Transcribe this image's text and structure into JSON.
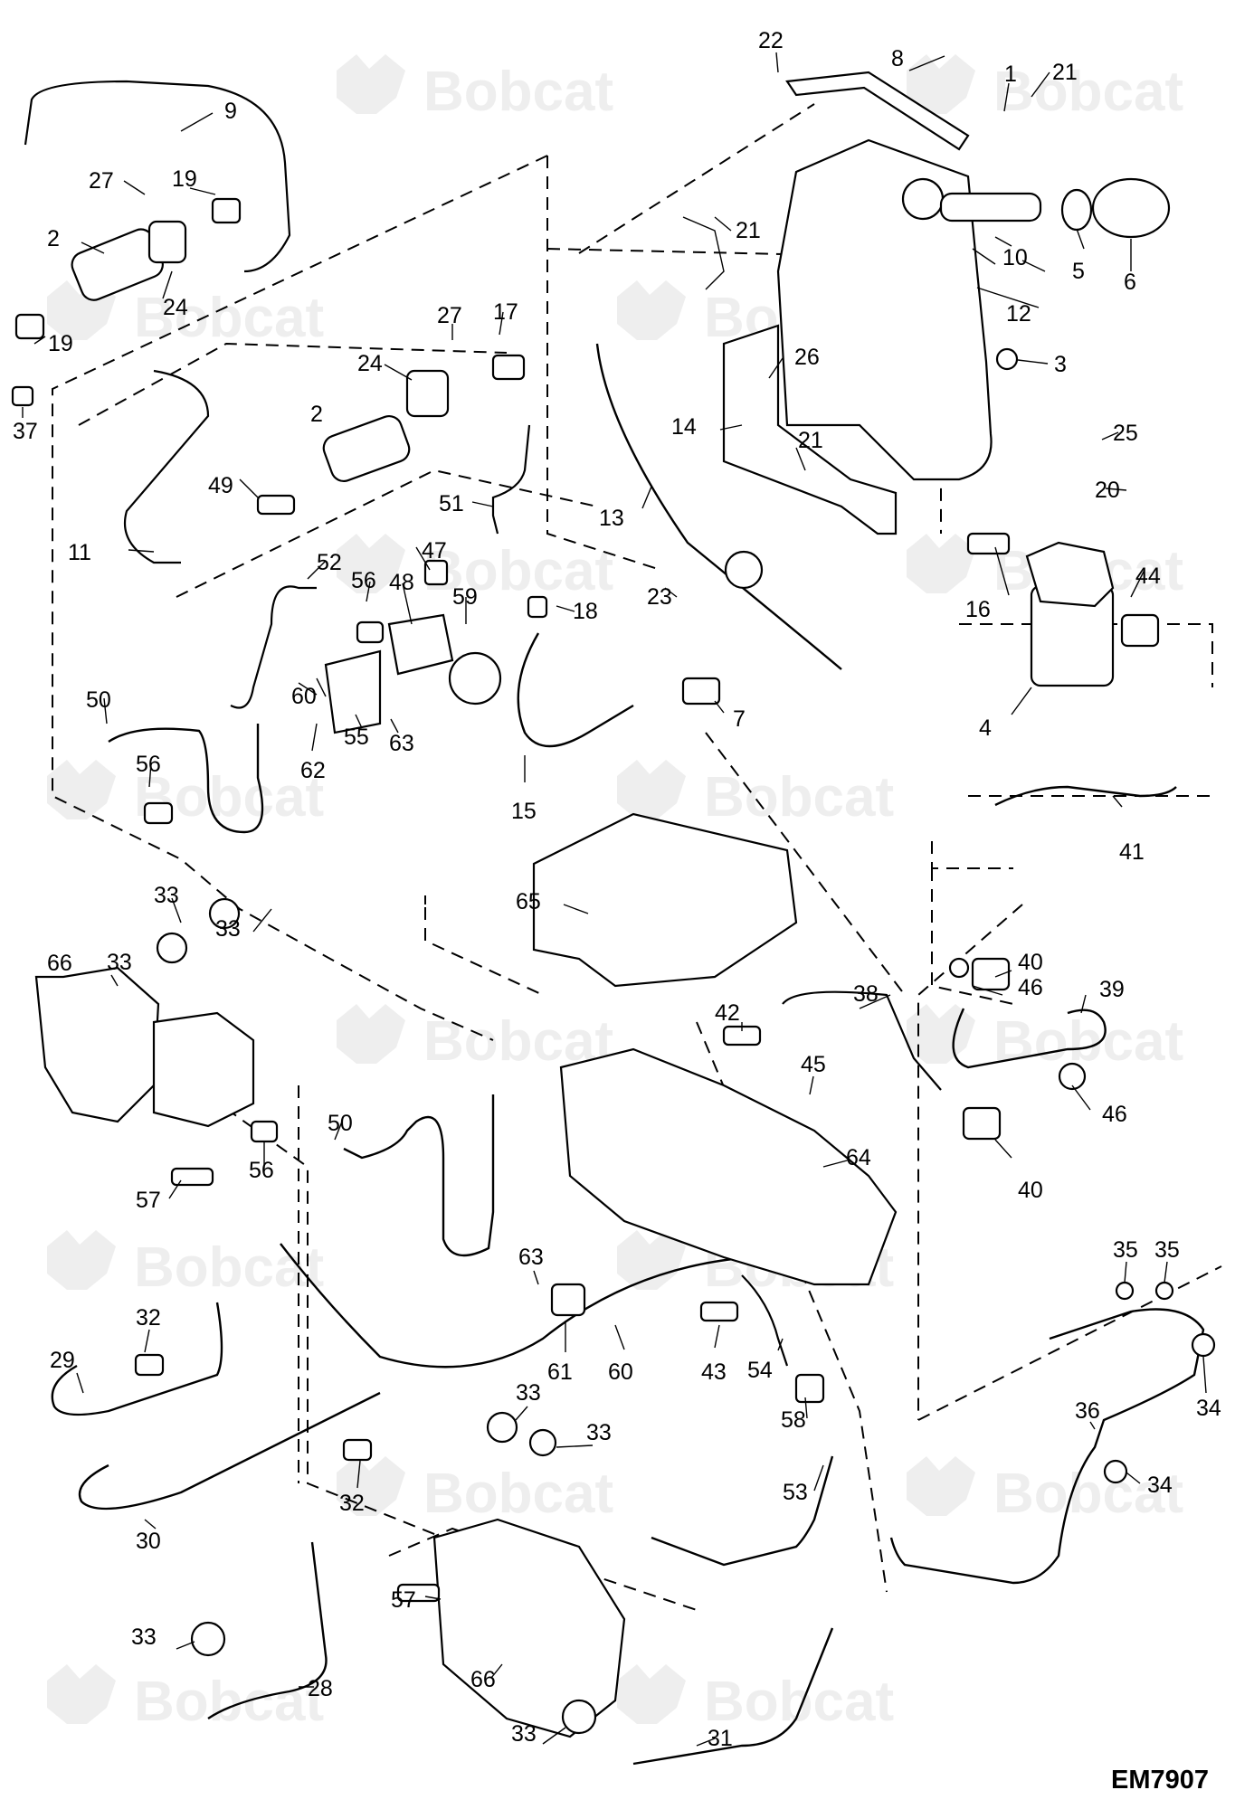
{
  "diagram": {
    "watermark": "Bobcat",
    "figure_code": "EM7907",
    "callouts": [
      "1",
      "2",
      "2",
      "3",
      "4",
      "5",
      "6",
      "7",
      "8",
      "9",
      "10",
      "11",
      "12",
      "13",
      "14",
      "15",
      "16",
      "17",
      "18",
      "19",
      "19",
      "20",
      "21",
      "21",
      "21",
      "22",
      "23",
      "24",
      "24",
      "25",
      "26",
      "27",
      "27",
      "28",
      "29",
      "30",
      "31",
      "32",
      "32",
      "33",
      "33",
      "33",
      "33",
      "33",
      "33",
      "33",
      "34",
      "34",
      "35",
      "35",
      "36",
      "37",
      "38",
      "39",
      "40",
      "40",
      "41",
      "42",
      "43",
      "44",
      "45",
      "46",
      "46",
      "47",
      "48",
      "49",
      "50",
      "50",
      "51",
      "52",
      "53",
      "54",
      "55",
      "56",
      "56",
      "56",
      "57",
      "57",
      "58",
      "59",
      "60",
      "60",
      "61",
      "62",
      "63",
      "63",
      "64",
      "65",
      "66",
      "66"
    ]
  }
}
